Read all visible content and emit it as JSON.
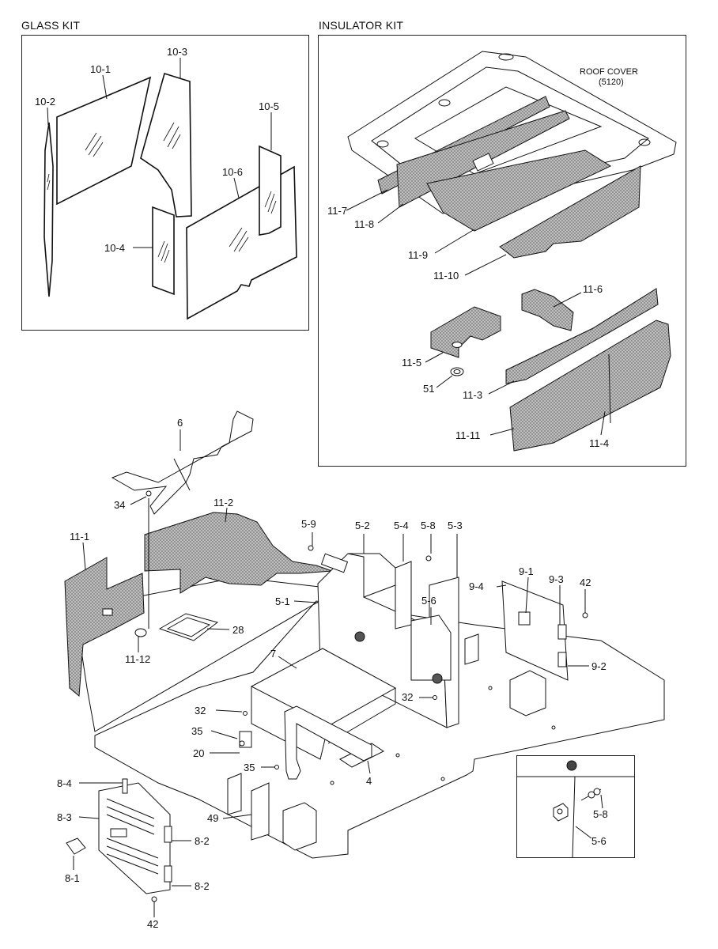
{
  "sections": {
    "glass_kit": {
      "title": "GLASS KIT"
    },
    "insulator_kit": {
      "title": "INSULATOR KIT",
      "roof_cover_line1": "ROOF COVER",
      "roof_cover_line2": "(5120)"
    }
  },
  "labels": {
    "g_10_1": "10-1",
    "g_10_2": "10-2",
    "g_10_3": "10-3",
    "g_10_4": "10-4",
    "g_10_5": "10-5",
    "g_10_6": "10-6",
    "i_11_7": "11-7",
    "i_11_8": "11-8",
    "i_11_9": "11-9",
    "i_11_10": "11-10",
    "i_11_6": "11-6",
    "i_11_5": "11-5",
    "i_51": "51",
    "i_11_3": "11-3",
    "i_11_11": "11-11",
    "i_11_4": "11-4",
    "m_6": "6",
    "m_34": "34",
    "m_11_2": "11-2",
    "m_11_1": "11-1",
    "m_28": "28",
    "m_11_12": "11-12",
    "m_5_9": "5-9",
    "m_5_2": "5-2",
    "m_5_4": "5-4",
    "m_5_8": "5-8",
    "m_5_3": "5-3",
    "m_5_1": "5-1",
    "m_5_6": "5-6",
    "m_9_1": "9-1",
    "m_9_3": "9-3",
    "m_42a": "42",
    "m_9_4": "9-4",
    "m_9_2": "9-2",
    "m_7": "7",
    "m_32a": "32",
    "m_32b": "32",
    "m_35a": "35",
    "m_35b": "35",
    "m_20": "20",
    "m_4": "4",
    "m_8_4": "8-4",
    "m_8_3": "8-3",
    "m_8_2a": "8-2",
    "m_8_2b": "8-2",
    "m_8_1": "8-1",
    "m_42b": "42",
    "m_49": "49",
    "d_5_8": "5-8",
    "d_5_6": "5-6"
  },
  "colors": {
    "line": "#111111",
    "background": "#ffffff",
    "pad_dot": "#555555",
    "marker": "#444444"
  }
}
